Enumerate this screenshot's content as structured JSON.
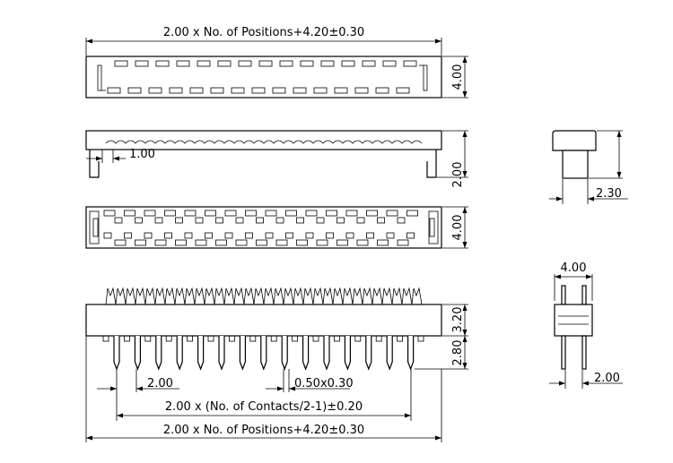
{
  "dims": {
    "overall_top": "2.00 x No. of Positions+4.20±0.30",
    "height_top": "4.00",
    "pitch_side": "1.00",
    "height_side": "2.00",
    "height_bottom": "4.00",
    "body_height": "3.20",
    "pin_length": "2.80",
    "pitch_pins": "2.00",
    "pin_width": "0.50x0.30",
    "contacts_span": "2.00 x (No. of Contacts/2-1)±0.20",
    "overall_bottom": "2.00 x No. of Positions+4.20±0.30",
    "end_width": "2.30",
    "end_width2": "4.00",
    "end_pitch": "2.00"
  }
}
